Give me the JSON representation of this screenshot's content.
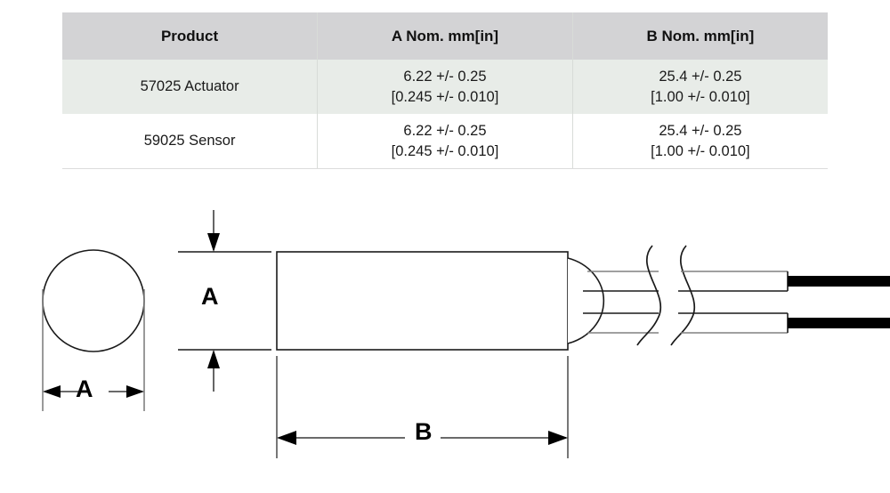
{
  "table": {
    "headers": [
      "Product",
      "A Nom. mm[in]",
      "B Nom. mm[in]"
    ],
    "rows": [
      {
        "product": "57025 Actuator",
        "a_mm": "6.22 +/- 0.25",
        "a_in": "[0.245 +/- 0.010]",
        "b_mm": "25.4 +/- 0.25",
        "b_in": "[1.00 +/- 0.010]"
      },
      {
        "product": "59025 Sensor",
        "a_mm": "6.22 +/- 0.25",
        "a_in": "[0.245 +/- 0.010]",
        "b_mm": "25.4 +/- 0.25",
        "b_in": "[1.00 +/- 0.010]"
      }
    ],
    "header_bg": "#d3d3d5",
    "row_alt_bg": "#e8ece8"
  },
  "drawing": {
    "dimensions": {
      "circle_diameter_label": "A",
      "body_height_label": "A",
      "body_length_label": "B"
    },
    "colors": {
      "outline": "#1a1a1a",
      "extension_line": "#808080",
      "cable_tip": "#000000"
    }
  }
}
